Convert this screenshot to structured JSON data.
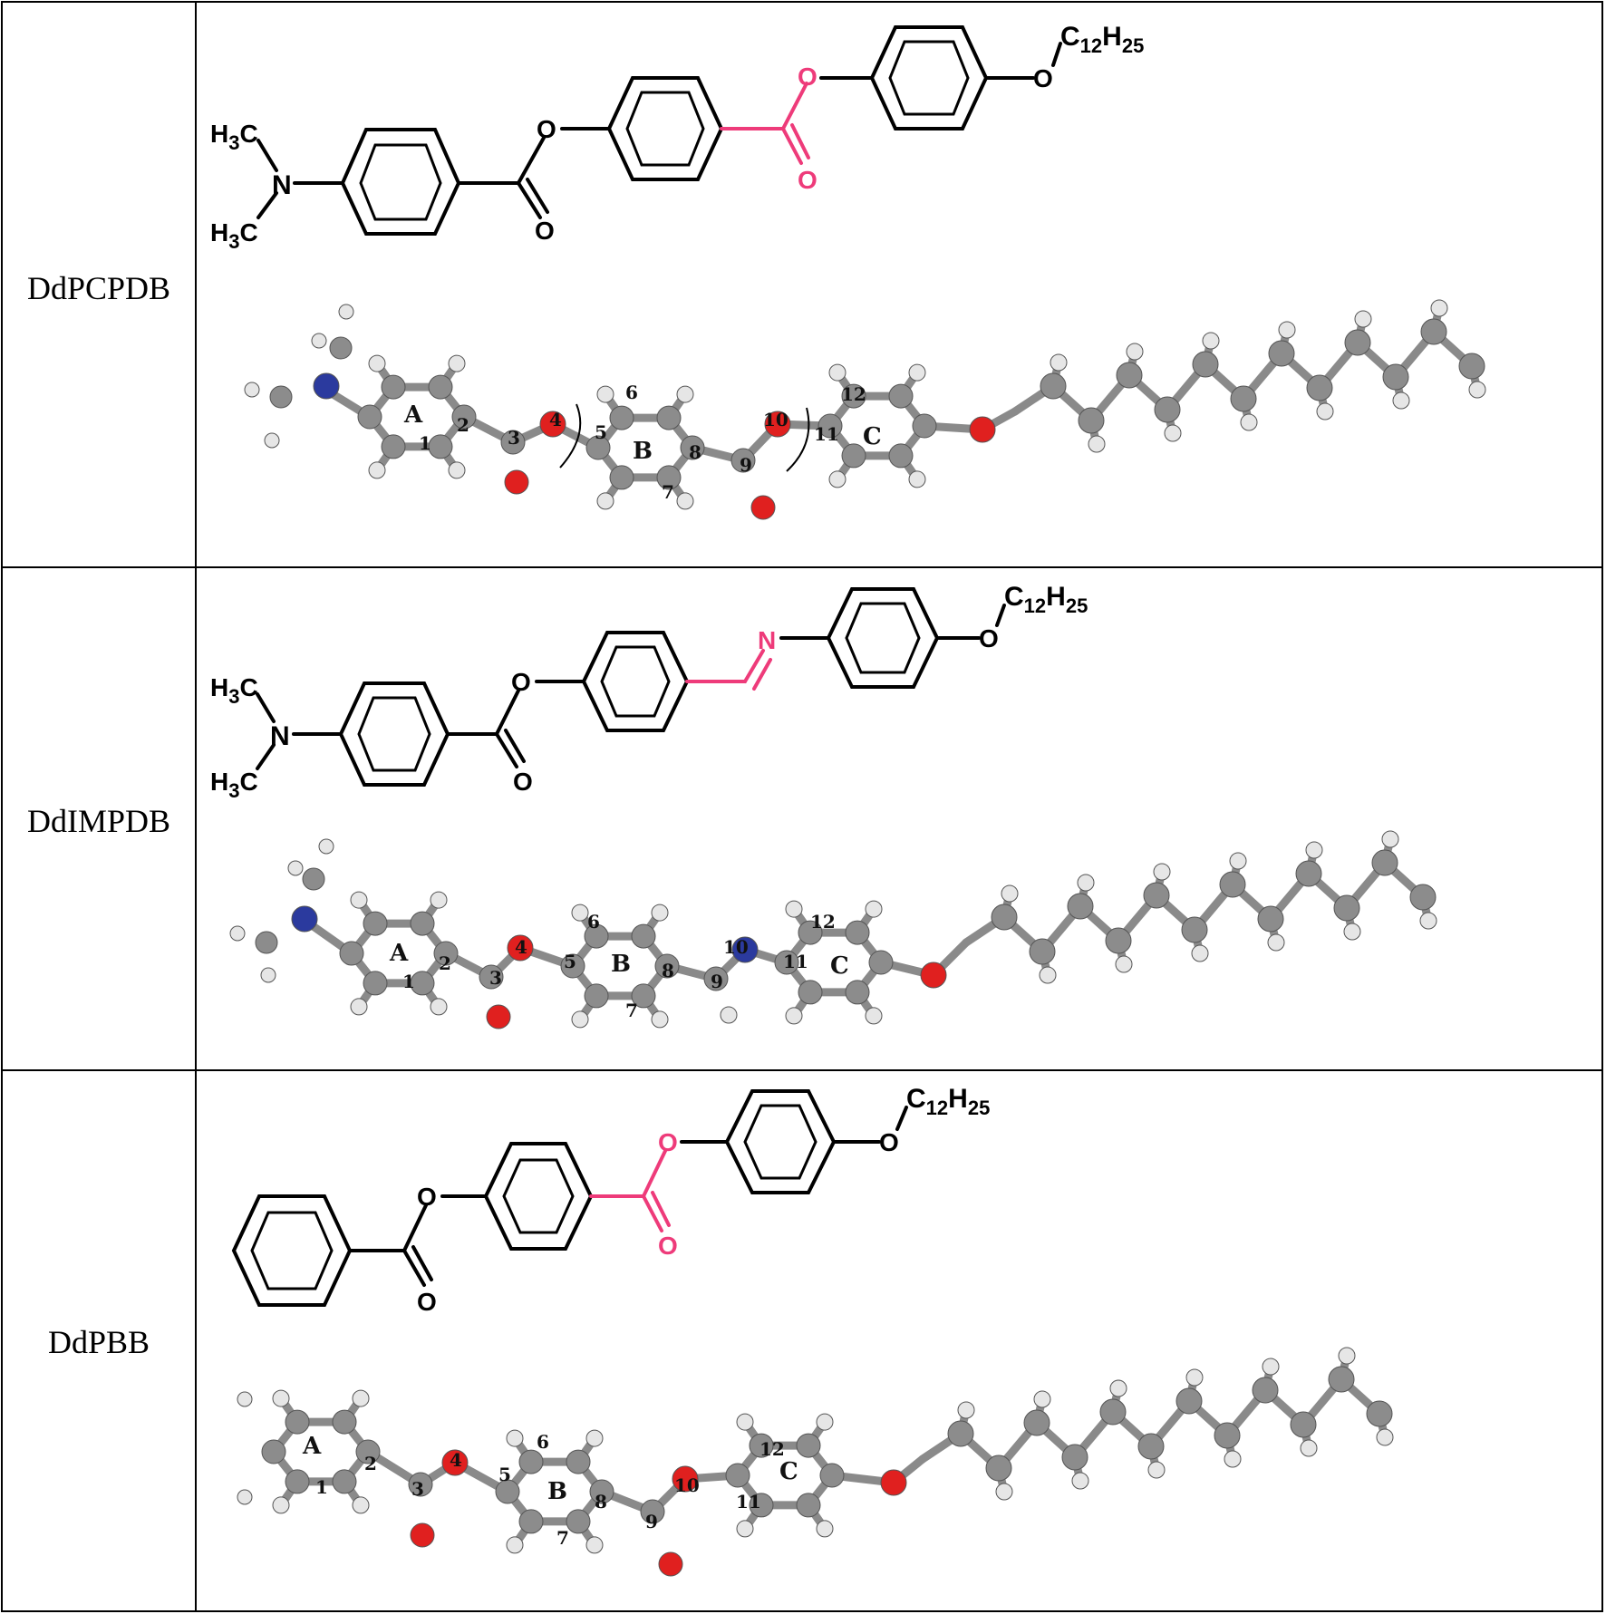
{
  "colors": {
    "highlight": "#ee3b7a",
    "carbon": "#8c8c8c",
    "hydrogen": "#e6e6e6",
    "oxygen": "#e0201f",
    "nitrogen": "#2b3a9e",
    "border": "#000000"
  },
  "rows": [
    {
      "name": "DdPCPDB",
      "structure": {
        "amine_top": "H3C",
        "amine_bottom": "H3C",
        "n": "N",
        "ester1_o": "O",
        "ester1_co": "O",
        "linker_o": "O",
        "linker_co": "O",
        "tail_o": "O",
        "tail": "C12H25"
      },
      "model": {
        "ring_labels": [
          "A",
          "B",
          "C"
        ],
        "atom_numbers": [
          "1",
          "2",
          "3",
          "4",
          "5",
          "6",
          "7",
          "8",
          "9",
          "10",
          "11",
          "12"
        ]
      }
    },
    {
      "name": "DdIMPDB",
      "structure": {
        "amine_top": "H3C",
        "amine_bottom": "H3C",
        "n": "N",
        "ester1_o": "O",
        "ester1_co": "O",
        "linker_n": "N",
        "tail_o": "O",
        "tail": "C12H25"
      },
      "model": {
        "ring_labels": [
          "A",
          "B",
          "C"
        ],
        "atom_numbers": [
          "1",
          "2",
          "3",
          "4",
          "5",
          "6",
          "7",
          "8",
          "9",
          "10",
          "11",
          "12"
        ]
      }
    },
    {
      "name": "DdPBB",
      "structure": {
        "ester1_o": "O",
        "ester1_co": "O",
        "linker_o": "O",
        "linker_co": "O",
        "tail_o": "O",
        "tail": "C12H25"
      },
      "model": {
        "ring_labels": [
          "A",
          "B",
          "C"
        ],
        "atom_numbers": [
          "1",
          "2",
          "3",
          "4",
          "5",
          "6",
          "7",
          "8",
          "9",
          "10",
          "11",
          "12"
        ]
      }
    }
  ]
}
